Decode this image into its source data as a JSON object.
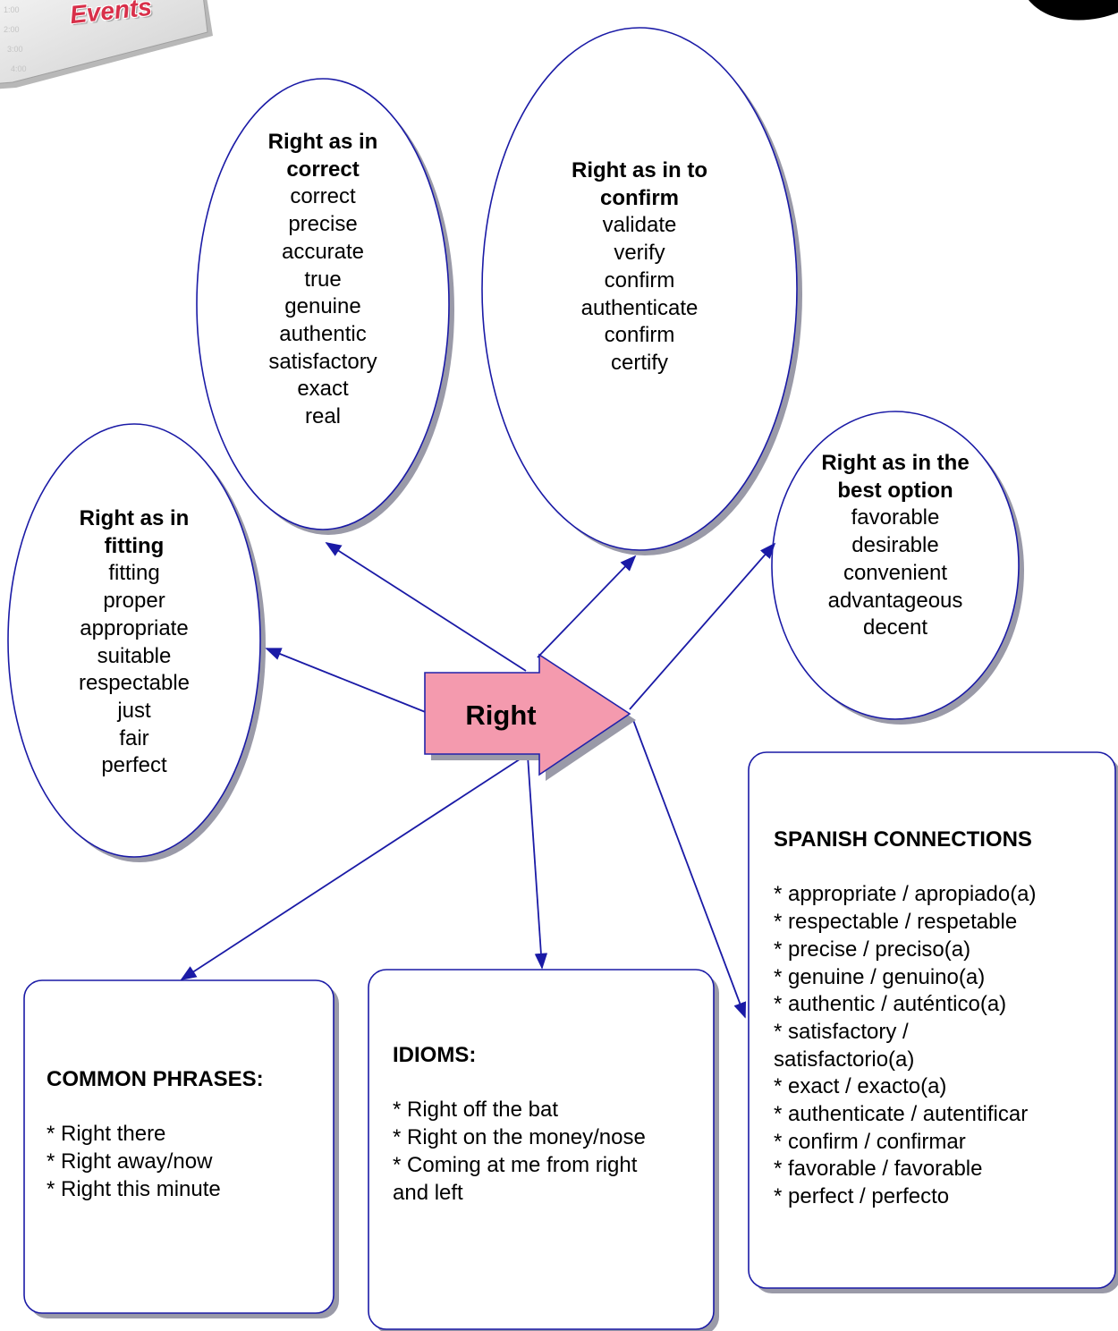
{
  "logo": {
    "text": "Events",
    "tm": "™",
    "time_labels": [
      "1:00",
      "2:00",
      "3:00",
      "4:00"
    ]
  },
  "center": {
    "label": "Right"
  },
  "meanings": [
    {
      "title": "Right as in\ncorrect",
      "words": [
        "correct",
        "precise",
        "accurate",
        "true",
        "genuine",
        "authentic",
        "satisfactory",
        "exact",
        "real"
      ]
    },
    {
      "title": "Right as in to\nconfirm",
      "words": [
        "validate",
        "verify",
        "confirm",
        "authenticate",
        "confirm",
        "certify"
      ]
    },
    {
      "title": "Right as in the\nbest option",
      "words": [
        "favorable",
        "desirable",
        "convenient",
        "advantageous",
        "decent"
      ]
    },
    {
      "title": "Right as in\nfitting",
      "words": [
        "fitting",
        "proper",
        "appropriate",
        "suitable",
        "respectable",
        "just",
        "fair",
        "perfect"
      ]
    }
  ],
  "boxes": {
    "common_phrases": {
      "heading": "COMMON PHRASES:",
      "items": [
        "* Right there",
        "* Right away/now",
        "* Right this minute"
      ]
    },
    "idioms": {
      "heading": "IDIOMS:",
      "items": [
        "* Right off the bat",
        "* Right on the money/nose",
        "* Coming at me from right",
        "and left"
      ]
    },
    "spanish": {
      "heading": "SPANISH CONNECTIONS",
      "items": [
        "* appropriate / apropiado(a)",
        "* respectable / respetable",
        "* precise / preciso(a)",
        "* genuine / genuino(a)",
        "* authentic / auténtico(a)",
        "* satisfactory /",
        "satisfactorio(a)",
        "* exact / exacto(a)",
        "* authenticate / autentificar",
        "* confirm / confirmar",
        "* favorable / favorable",
        "* perfect / perfecto"
      ]
    }
  },
  "colors": {
    "outline": "#1a1aa6",
    "arrow_fill": "#f49aae",
    "arrow_stroke": "#2222aa",
    "shadow": "#9a9aa8",
    "logo_red": "#d8304a"
  }
}
